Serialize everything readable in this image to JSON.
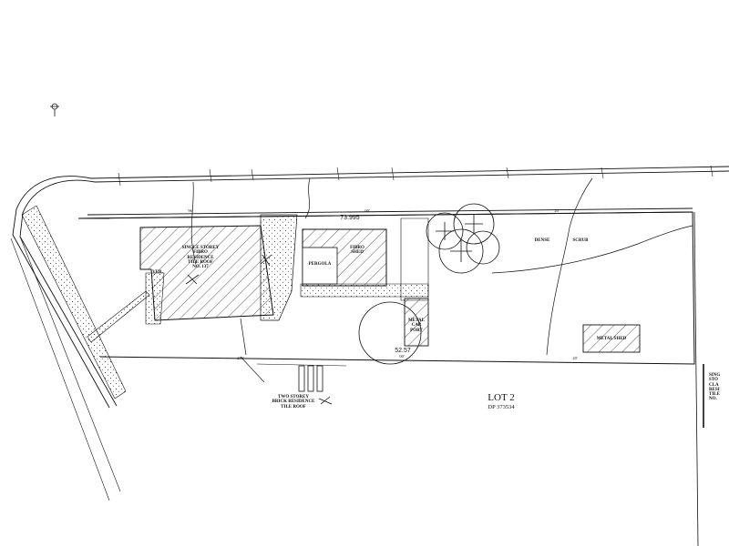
{
  "plan": {
    "lot_name": "LOT 2",
    "deposited_plan": "DP 373534",
    "labels": {
      "residence": "SINGLE STOREY\nFIBRO\nRESIDENCE\nTILE ROOF\nNO. 137",
      "fibro_shed": "FIBRO\nSHED",
      "pergola": "PERGOLA",
      "verandah": "VER.",
      "metal_carport": "METAL\nCAR\nPORT",
      "metal_shed": "METAL SHED",
      "dense_scrub_1": "DENSE",
      "dense_scrub_2": "SCRUB",
      "neighbour_south": "TWO STOREY\nBRICK RESIDENCE\nTILE ROOF",
      "neighbour_east": "SING\nSTO\nCLA\nRESI\nTILE\nNO."
    },
    "dimensions": {
      "frontage": "73.995",
      "rear": "52.57",
      "bearing_east": "20'",
      "bearing_front": "00'",
      "bearing_rear": "00'",
      "side_1": "96'",
      "side_2": "276'",
      "side_3": "20'"
    },
    "colors": {
      "ink": "#111111",
      "hatch": "#333333"
    }
  }
}
